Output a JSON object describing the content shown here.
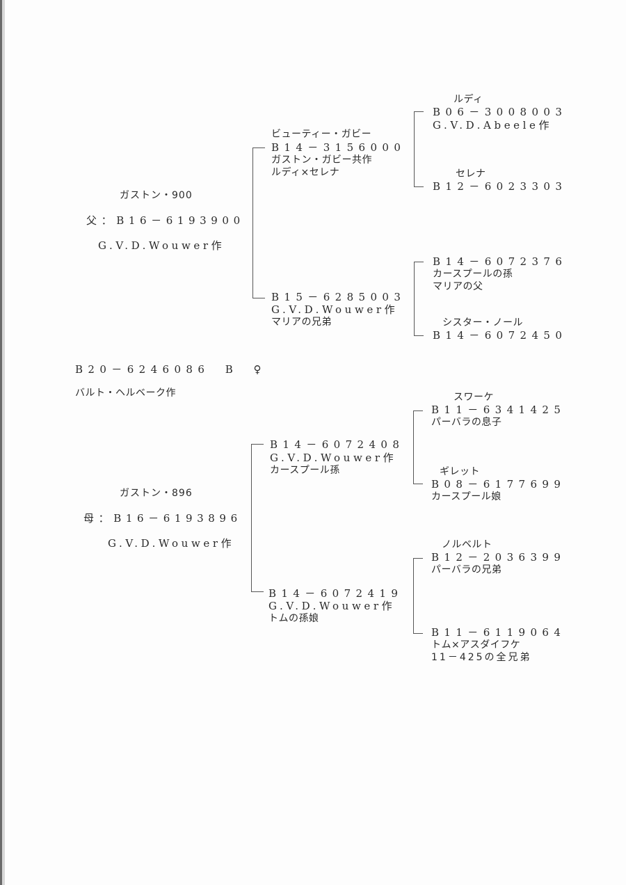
{
  "subject": {
    "reg": "B20－6246086　B　♀",
    "breeder": "バルト・ヘルベーク作"
  },
  "sire": {
    "name": "ガストン・900",
    "reg": "父：B16－6193900",
    "breeder": "G.V.D.Wouwer作"
  },
  "dam": {
    "name": "ガストン・896",
    "reg": "母：B16－6193896",
    "breeder": "G.V.D.Wouwer作"
  },
  "sire_sire": {
    "name": "ビューティー・ガビー",
    "reg": "B14－3156000",
    "breeder": "ガストン・ガビー共作",
    "note": "ルディ×セレナ"
  },
  "sire_dam": {
    "reg": "B15－6285003",
    "breeder": "G.V.D.Wouwer作",
    "note": "マリアの兄弟"
  },
  "dam_sire": {
    "reg": "B14－6072408",
    "breeder": "G.V.D.Wouwer作",
    "note": "カースプール孫"
  },
  "dam_dam": {
    "reg": "B14－6072419",
    "breeder": "G.V.D.Wouwer作",
    "note": "トムの孫娘"
  },
  "ss_sire": {
    "name": "ルディ",
    "reg": "B06－3008003",
    "breeder": "G.V.D.Abeele作"
  },
  "ss_dam": {
    "name": "セレナ",
    "reg": "B12－6023303"
  },
  "sd_sire": {
    "reg": "B14－6072376",
    "note1": "カースプールの孫",
    "note2": "マリアの父"
  },
  "sd_dam": {
    "name": "シスター・ノール",
    "reg": "B14－6072450"
  },
  "ds_sire": {
    "name": "スワーケ",
    "reg": "B11－6341425",
    "note": "パーバラの息子"
  },
  "ds_dam": {
    "name": "ギレット",
    "reg": "B08－6177699",
    "note": "カースプール娘"
  },
  "dd_sire": {
    "name": "ノルベルト",
    "reg": "B12－2036399",
    "note": "パーバラの兄弟"
  },
  "dd_dam": {
    "reg": "B11－6119064",
    "note1": "トム×アスダイフケ",
    "note2": "11－425の全兄弟"
  }
}
